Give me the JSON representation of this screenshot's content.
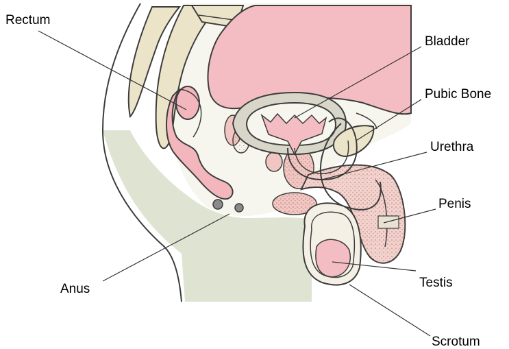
{
  "labels": {
    "rectum": "Rectum",
    "bladder": "Bladder",
    "pubic_bone": "Pubic Bone",
    "urethra": "Urethra",
    "penis": "Penis",
    "anus": "Anus",
    "testis": "Testis",
    "scrotum": "Scrotum"
  },
  "colors": {
    "tissue_pink": "#f3b6bd",
    "bladder_pink": "#f4bcc3",
    "bone_beige": "#ece4c9",
    "bone_stipple": "#9a8c66",
    "skin_green": "#dfe4d2",
    "pale_fill": "#f6f6ee",
    "outline": "#3c3c3c",
    "leader": "#333333"
  }
}
